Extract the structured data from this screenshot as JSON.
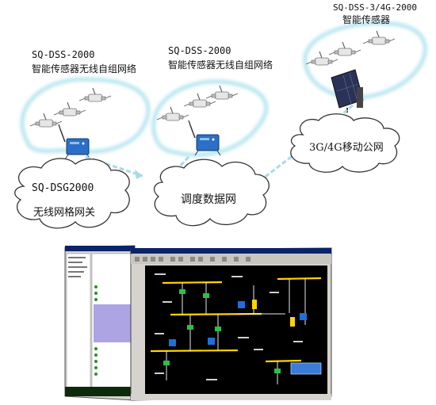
{
  "labels": {
    "cluster_left_model": "SQ-DSS-2000",
    "cluster_left_desc": "智能传感器无线自组网络",
    "cluster_mid_model": "SQ-DSS-2000",
    "cluster_mid_desc": "智能传感器无线自组网络",
    "cluster_right_model": "SQ-DSS-3/4G-2000",
    "cluster_right_desc": "智能传感器"
  },
  "clouds": {
    "gateway_model": "SQ-DSG2000",
    "gateway_desc": "无线网格网关",
    "dispatch": "调度数据网",
    "mobile": "3G/4G移动公网"
  },
  "colors": {
    "halo": "#9edcec",
    "cloud_stroke": "#333333",
    "device": "#2c6fc6",
    "screen_bg": "#000000",
    "busbar": "#ffd400",
    "arrow": "#a8dbe6"
  },
  "icons": [
    "sensor-icon",
    "gateway-device-icon",
    "solar-panel-icon",
    "cloud-icon",
    "arrow-icon",
    "monitor-screenshot-icon"
  ]
}
